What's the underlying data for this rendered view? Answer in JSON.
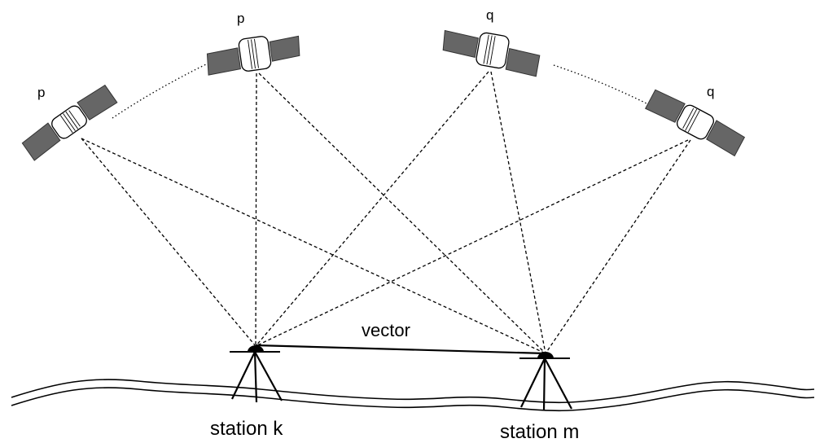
{
  "satellites": [
    {
      "label": "p"
    },
    {
      "label": "p"
    },
    {
      "label": "q"
    },
    {
      "label": "q"
    }
  ],
  "stations": [
    {
      "label": "station k"
    },
    {
      "label": "station m"
    }
  ],
  "baseline_label": "vector",
  "colors": {
    "solar_panel": "#666666",
    "line": "#000000",
    "background": "#ffffff"
  }
}
